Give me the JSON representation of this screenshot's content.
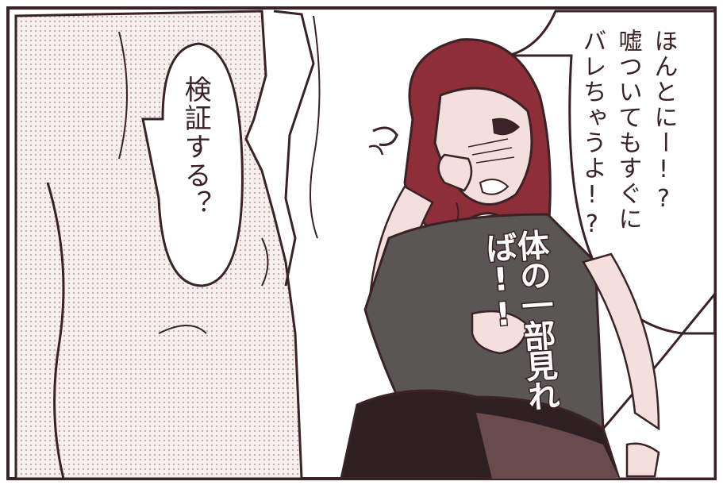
{
  "panel": {
    "colors": {
      "ink": "#3a2226",
      "paper": "#ffffff",
      "skin": "#f3dfdc",
      "skin_shade": "#e2c2bf",
      "hair": "#8e2e38",
      "shirt": "#5a5656",
      "legs": "#2e1f22",
      "tone_dot": "#b8a9a8"
    }
  },
  "speech": {
    "left_bubble": "検証する？",
    "right_bubble_lines": [
      "ほんとにー!?",
      "嘘ついてもすぐに",
      "バレちゃうよ!?"
    ]
  },
  "sfx": {
    "handwritten": "体の一部見れば!!"
  },
  "icons": {
    "sweat": "sweat-swirl-icon"
  }
}
